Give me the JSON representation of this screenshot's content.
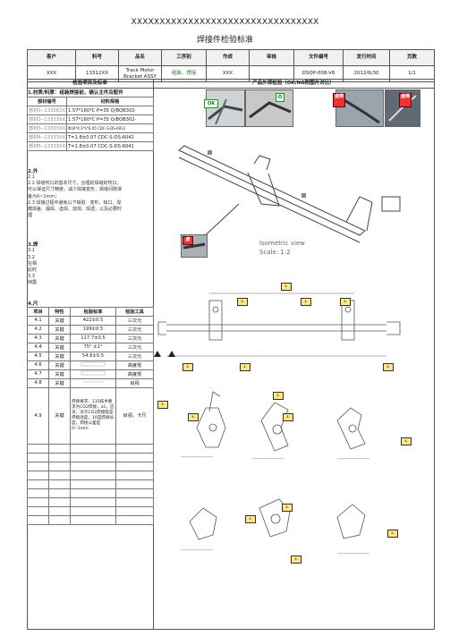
{
  "doc": {
    "company": "XXXXXXXXXXXXXXXXXXXXXXXXXXXXXXXXX",
    "title": "焊接件检验标准"
  },
  "header": {
    "labels": [
      "客户",
      "料号",
      "品名",
      "工序别",
      "作成",
      "审核",
      "文件编号",
      "发行时间",
      "页数"
    ],
    "values": [
      "XXX",
      "13312XX",
      "Track Motor Bracket ASSY",
      "组装、焊接",
      "XXX",
      "",
      "DSQP-008-V6",
      "2012/6/30",
      "1/1"
    ]
  },
  "sections": {
    "left_title": "检验项目及标准",
    "right_title": "产品外观检验（OK/NG附图片对比）"
  },
  "material": {
    "heading": "1.材质/料厚：组装焊接前，确认主件及配件",
    "col1": "部材编号",
    "col2": "材料规格",
    "rows": [
      {
        "no": "部材1--133582XX",
        "spec": "1.57*160*C P=35 Q/BQB302-"
      },
      {
        "no": "部材2--13333XXX",
        "spec": "1.57*160*C P=35 Q/BQB302-"
      },
      {
        "no": "部材3--13333XXX",
        "spec": "Φ16*4.3*L*6.05 CDC-S-DS-6912"
      },
      {
        "no": "部材4--13333XXX",
        "spec": "T=1.8±0.07 CDC-S-DS-6041"
      },
      {
        "no": "部材5--13333XXX",
        "spec": "T=1.8±0.07 CDC-S-DS-6041"
      }
    ]
  },
  "appearance": {
    "heading": "2.外",
    "lines": [
      "2.1",
      "2.2 焊缝咬口的基本尺寸，合理的焊缝的咬口，",
      "可以保证尺寸精度，减少焊接变形，焊缝间隙误",
      "差为0~1mm；",
      "2.3 焊接过程中避免以下缺陷：变形、缺口、焊",
      "瘤焊差、漏焊、虚焊、烧焊、焊透，以及必要时",
      "理"
    ]
  },
  "weld": {
    "heading": "3.焊",
    "lines": [
      "3.1",
      "3.2",
      "在相",
      "此时",
      "3.3",
      "挡露"
    ]
  },
  "size": {
    "heading": "4.尺",
    "cols": [
      "项目",
      "特性",
      "检验标准",
      "检验工具"
    ],
    "rows": [
      {
        "id": "4.1",
        "ch": "关键",
        "std": "422±0.5",
        "tool": "三次元"
      },
      {
        "id": "4.2",
        "ch": "关键",
        "std": "199±0.5",
        "tool": "三次元"
      },
      {
        "id": "4.3",
        "ch": "关键",
        "std": "117.7±0.5",
        "tool": "三次元"
      },
      {
        "id": "4.4",
        "ch": "关键",
        "std": "75° ±1°",
        "tool": "三次元"
      },
      {
        "id": "4.5",
        "ch": "关键",
        "std": "54.8±0.5",
        "tool": "三次元"
      },
      {
        "id": "4.6",
        "ch": "关键",
        "std": "",
        "tool": "高度规"
      },
      {
        "id": "4.7",
        "ch": "关键",
        "std": "",
        "tool": "高度规"
      },
      {
        "id": "4.8",
        "ch": "关键",
        "std": "",
        "tool": "目视"
      },
      {
        "id": "4.9",
        "ch": "关键",
        "std": "焊接要求：135技术要求为CO2焊接，a1，应深，对于CO2焊接就是焊接高度，10是焊接长度，焊接公差是0~1mm",
        "tool": "目视，卡尺"
      }
    ]
  },
  "photos": {
    "ok1": "OK",
    "ok2": "O",
    "ng1": "虚焊",
    "ng2": "虚焊",
    "ng3": "虚"
  },
  "drawing": {
    "view_label": "Isometric view",
    "scale": "Scale: 1:2",
    "tag": "4."
  }
}
